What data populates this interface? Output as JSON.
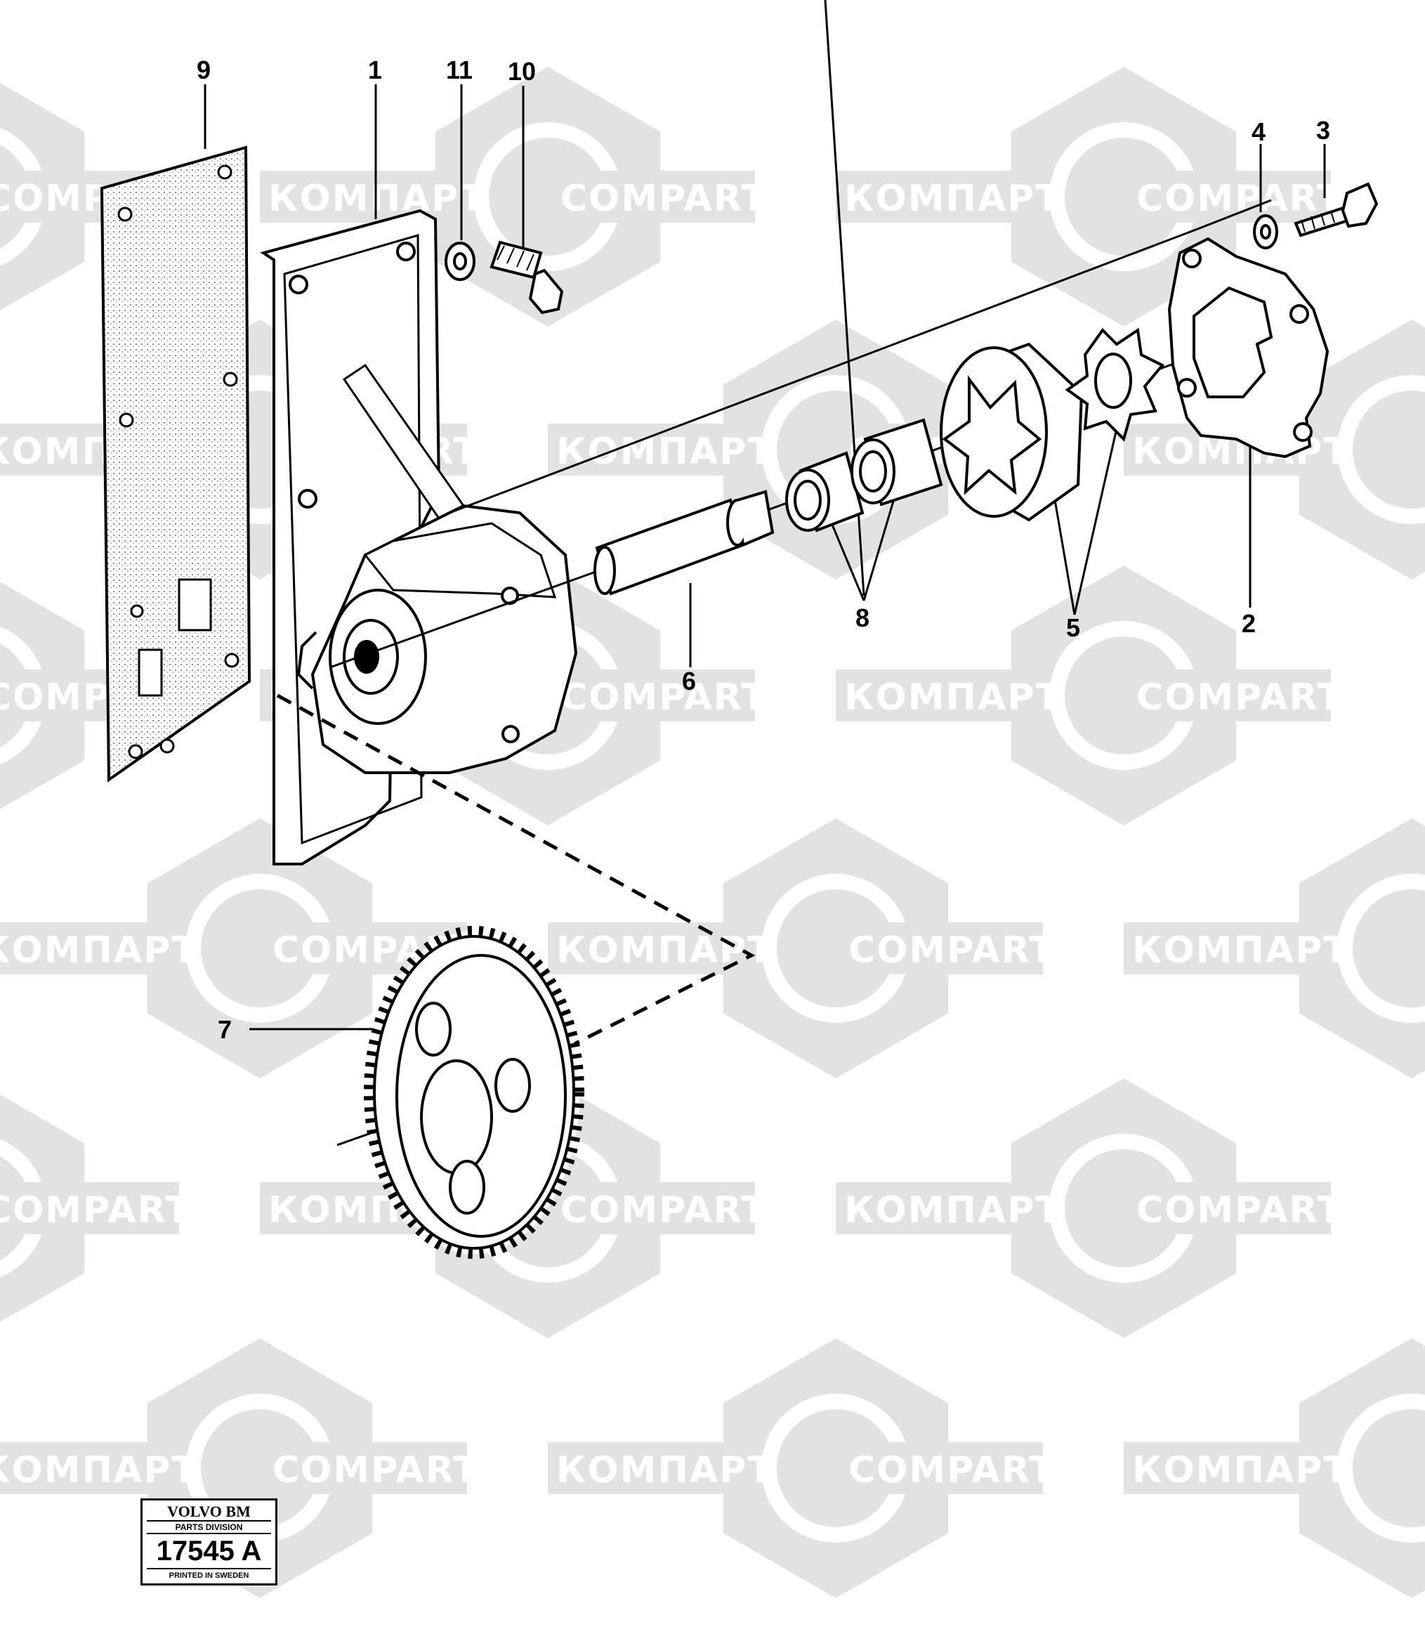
{
  "watermark": {
    "cyrillic": "КОМПАРТ",
    "latin": "COMPART",
    "color": "#e2e2e2"
  },
  "callouts": [
    "1",
    "2",
    "3",
    "4",
    "5",
    "6",
    "7",
    "8",
    "9",
    "10",
    "11"
  ],
  "stamp": {
    "brand": "VOLVO BM",
    "division": "PARTS DIVISION",
    "number": "17545 A",
    "printed": "PRINTED IN SWEDEN"
  }
}
